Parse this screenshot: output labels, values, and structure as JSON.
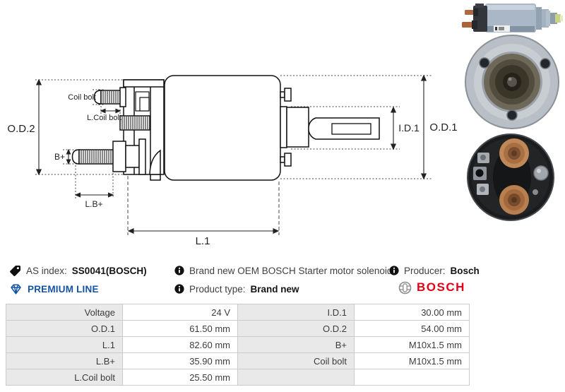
{
  "colors": {
    "premium_blue": "#1353a4",
    "bosch_red": "#e30016",
    "table_label_bg": "#e9e9e9",
    "table_border": "#cbcbcb",
    "diagram_stroke": "#1a1a1a"
  },
  "icons": {
    "as_index": "tag-icon",
    "premium": "diamond-icon",
    "description": "info-icon",
    "product_type": "info-icon",
    "producer": "info-icon",
    "brand": "bosch-logo-icon"
  },
  "diagram": {
    "labels": {
      "od2": "O.D.2",
      "coil_bolt": "Coil bolt",
      "l_coil_bolt": "L.Coil bolt",
      "b_plus": "B+",
      "l_b_plus": "L.B+",
      "l1": "L.1",
      "id1": "I.D.1",
      "od1": "O.D.1"
    }
  },
  "info": {
    "as_index_label": "AS index:",
    "as_index_value": "SS0041(BOSCH)",
    "premium_line": "PREMIUM LINE",
    "description": "Brand new OEM BOSCH Starter motor solenoid",
    "product_type_label": "Product type:",
    "product_type_value": "Brand new",
    "producer_label": "Producer:",
    "producer_value": "Bosch",
    "brand_logo_text": "BOSCH"
  },
  "specs": {
    "left": [
      {
        "label": "Voltage",
        "value": "24 V"
      },
      {
        "label": "O.D.1",
        "value": "61.50 mm"
      },
      {
        "label": "L.1",
        "value": "82.60 mm"
      },
      {
        "label": "L.B+",
        "value": "35.90 mm"
      },
      {
        "label": "L.Coil bolt",
        "value": "25.50 mm"
      }
    ],
    "right": [
      {
        "label": "I.D.1",
        "value": "30.00 mm"
      },
      {
        "label": "O.D.2",
        "value": "54.00 mm"
      },
      {
        "label": "B+",
        "value": "M10x1.5 mm"
      },
      {
        "label": "Coil bolt",
        "value": "M10x1.5 mm"
      },
      {
        "label": "",
        "value": ""
      }
    ]
  }
}
